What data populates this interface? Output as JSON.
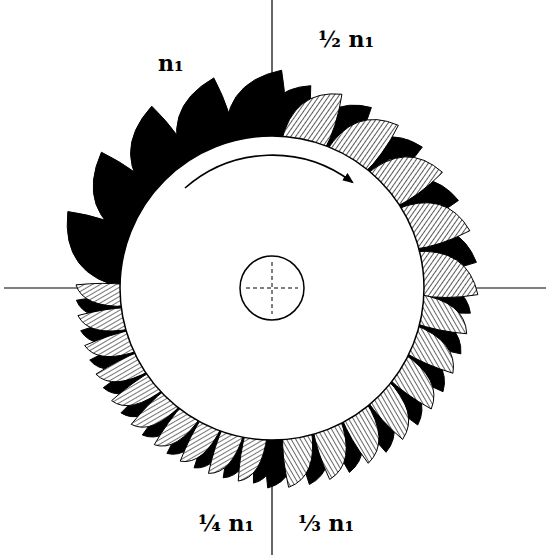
{
  "diagram": {
    "labels": [
      "n₁",
      "½ n₁",
      "¼ n₁",
      "⅓ n₁"
    ]
  }
}
